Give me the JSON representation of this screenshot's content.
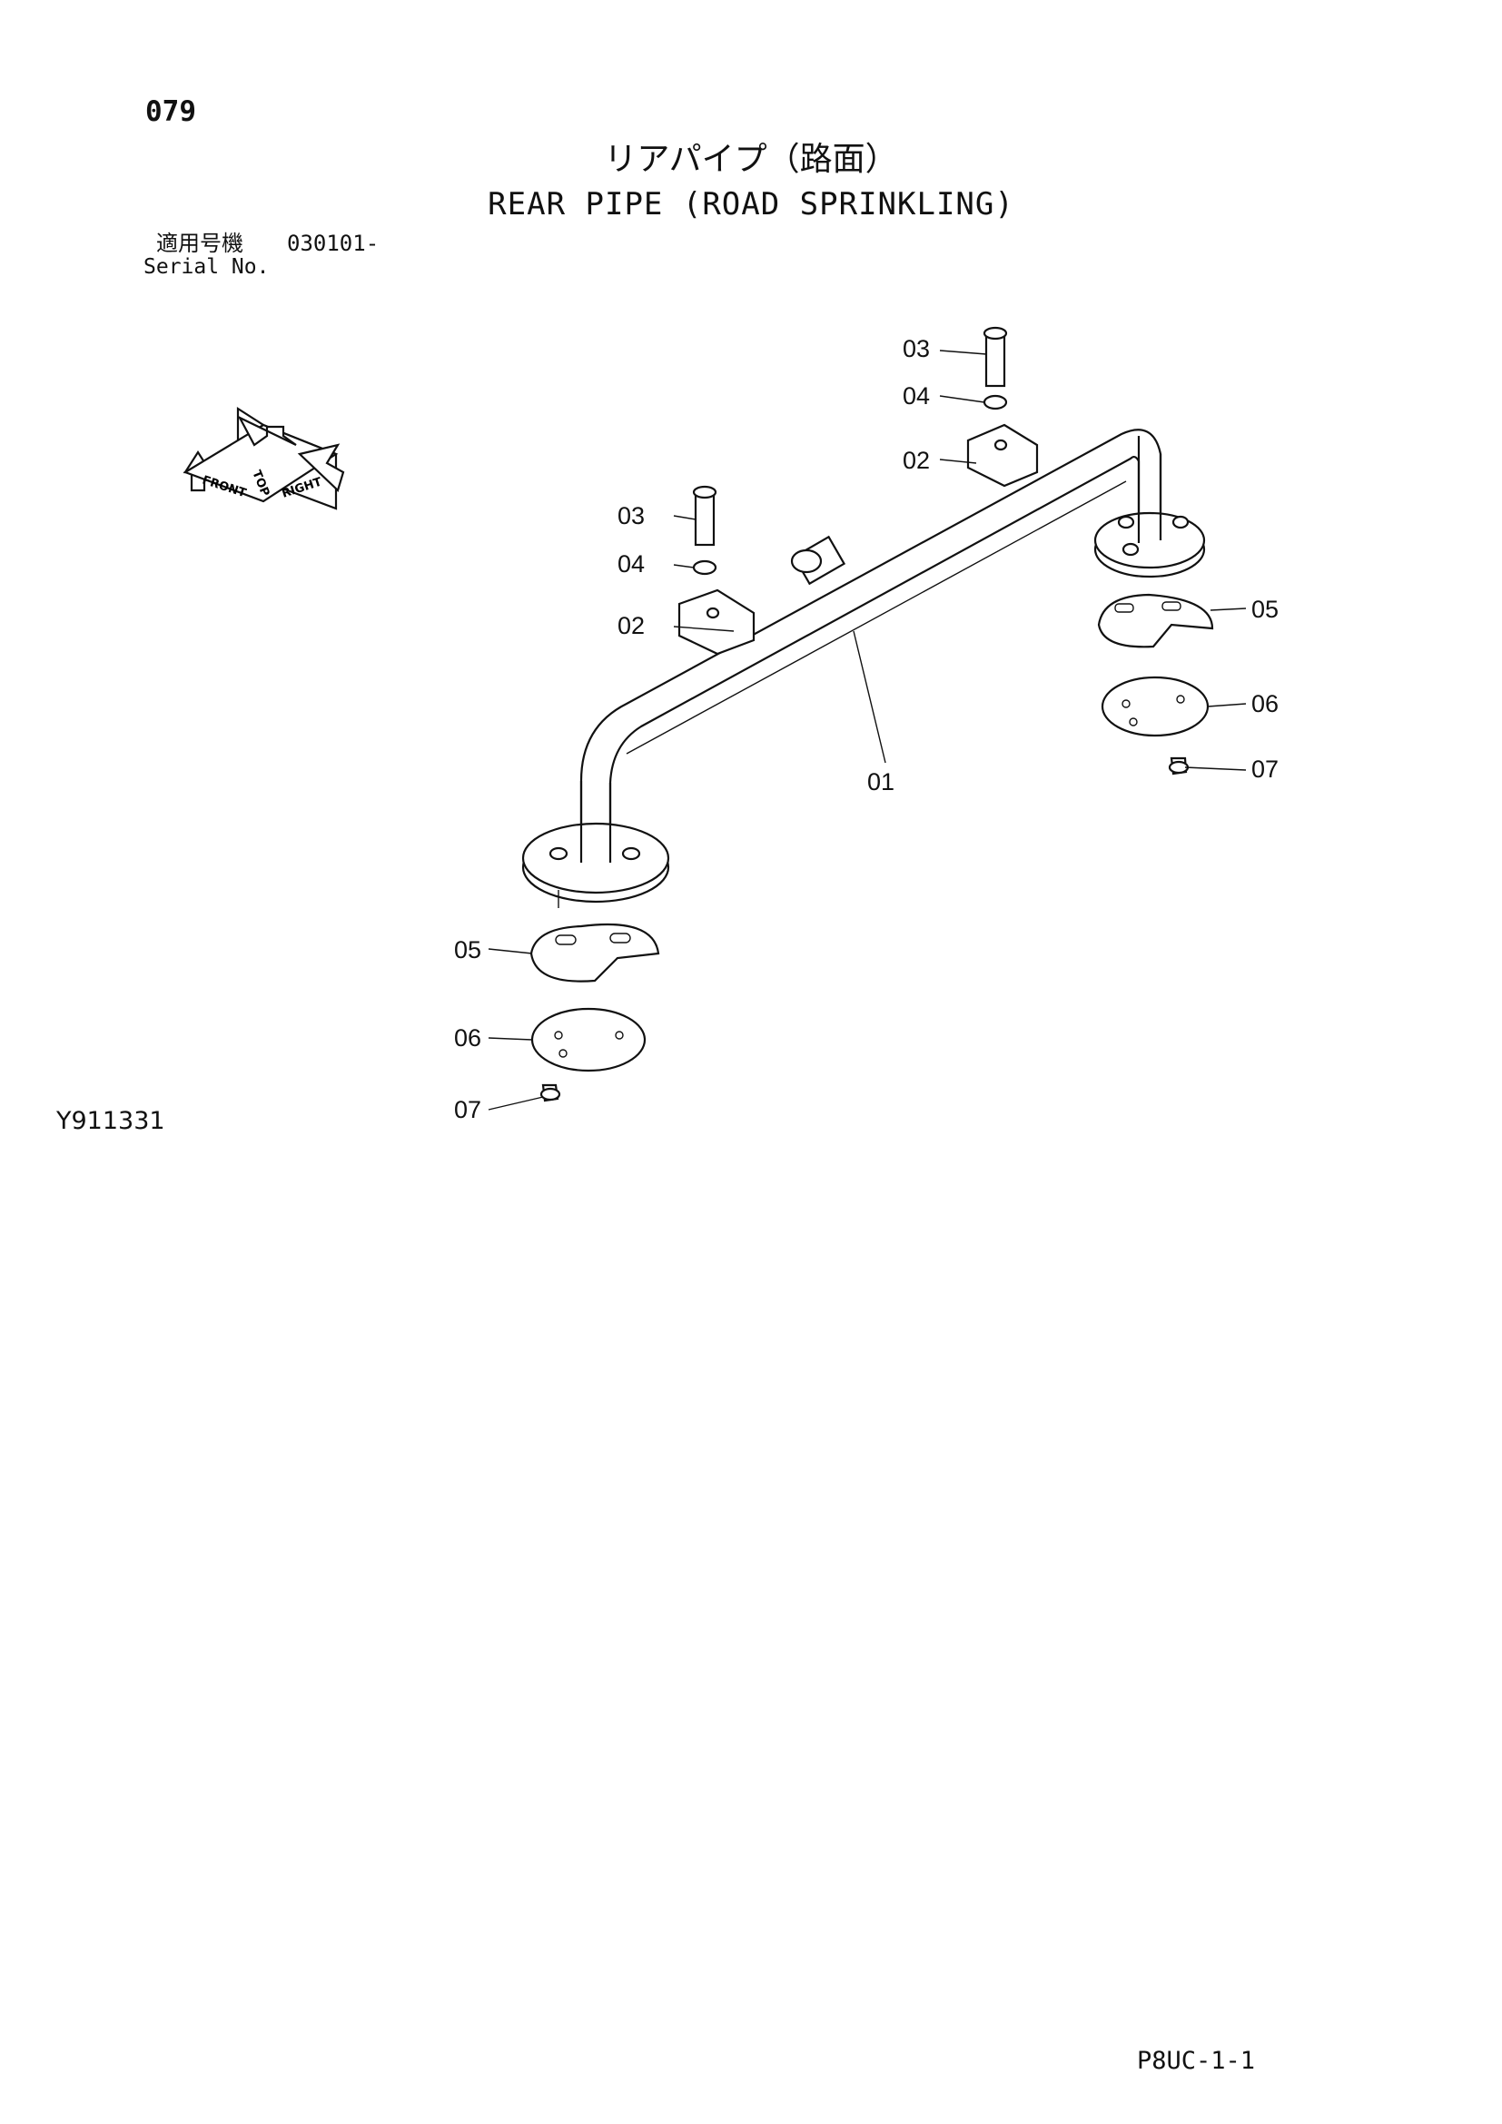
{
  "header": {
    "page_number": "079",
    "title_jp": "リアパイプ（路面）",
    "title_en": "REAR PIPE (ROAD SPRINKLING)",
    "serial_label_jp": "適用号機",
    "serial_range": "030101-",
    "serial_label_en": "Serial No."
  },
  "orientation_icon": {
    "labels": [
      "FRONT",
      "TOP",
      "RIGHT"
    ]
  },
  "callouts": {
    "pipe": "01",
    "clamp_left": "02",
    "bolt_left": "03",
    "washer_left": "04",
    "clamp_right": "02",
    "bolt_right": "03",
    "washer_right": "04",
    "plate_left": "05",
    "cover_left": "06",
    "wingnut_left": "07",
    "plate_right": "05",
    "cover_right": "06",
    "wingnut_right": "07"
  },
  "footer": {
    "figure_code": "Y911331",
    "page_code": "P8UC-1-1"
  }
}
